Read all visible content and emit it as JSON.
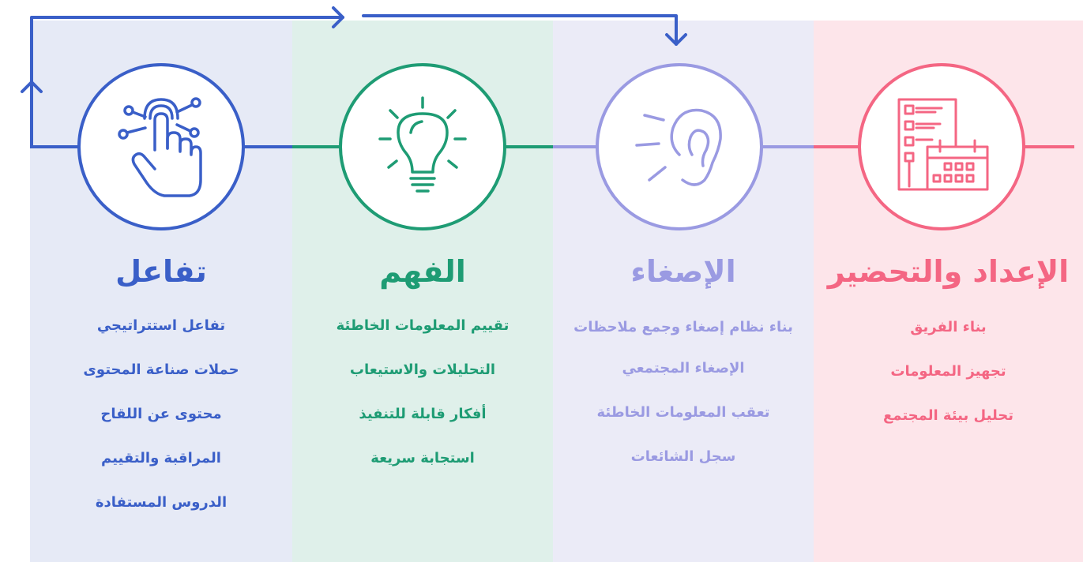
{
  "colors": {
    "engage": "#3a5fc8",
    "understand": "#1e9c74",
    "listen": "#9a9ae2",
    "prepare": "#f46683"
  },
  "stages": {
    "prepare": {
      "icon": "planning-calendar-icon",
      "title": "الإعداد والتحضير",
      "items": [
        "بناء الفريق",
        "تجهيز المعلومات",
        "تحليل بيئة المجتمع"
      ]
    },
    "listen": {
      "icon": "ear-listening-icon",
      "title": "الإصغاء",
      "items": [
        "بناء نظام إصغاء وجمع ملاحظات",
        "الإصغاء المجتمعي",
        "تعقب المعلومات الخاطئة",
        "سجل الشائعات"
      ]
    },
    "understand": {
      "icon": "lightbulb-icon",
      "title": "الفهم",
      "items": [
        "تقييم المعلومات الخاطئة",
        "التحليلات والاستيعاب",
        "أفكار قابلة للتنفيذ",
        "استجابة سريعة"
      ]
    },
    "engage": {
      "icon": "touch-hand-icon",
      "title": "تفاعل",
      "items": [
        "تفاعل استتراتيجي",
        "حملات صناعة المحتوى",
        "محتوى عن اللقاح",
        "المراقبة والتقييم",
        "الدروس المستفادة"
      ]
    }
  }
}
